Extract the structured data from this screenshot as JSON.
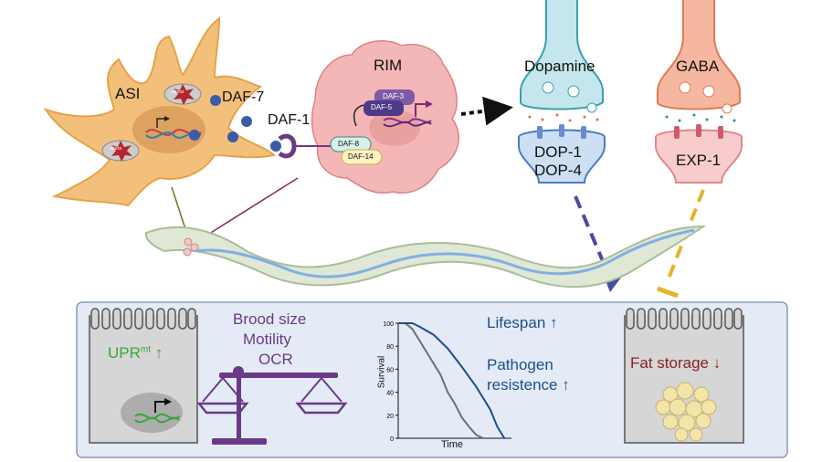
{
  "neurons": {
    "asi": "ASI",
    "stress": "stress",
    "rim": "RIM"
  },
  "signals": {
    "daf7": "DAF-7",
    "daf1": "DAF-1",
    "daf8": "DAF-8",
    "daf14": "DAF-14",
    "daf3": "DAF-3",
    "daf5": "DAF-5"
  },
  "synapses": {
    "dopamine": "Dopamine",
    "dop1": "DOP-1",
    "dop4": "DOP-4",
    "gaba": "GABA",
    "exp1": "EXP-1"
  },
  "panel": {
    "upr_main": "UPR",
    "upr_sup": "mt",
    "upr_arrow": "↑",
    "brood": "Brood size",
    "motility": "Motility",
    "ocr": "OCR",
    "lifespan": "Lifespan ↑",
    "pathogen1": "Pathogen",
    "pathogen2": "resistence ↑",
    "fat": "Fat storage ↓"
  },
  "colors": {
    "neuron": "#f2c27a",
    "rim": "#f2b3b3",
    "dopamine_terminal": "#bfe3ea",
    "receptor_terminal": "#c9dcf2",
    "gaba_terminal": "#f4b49e",
    "exp_terminal": "#f6c7c7",
    "panel_bg": "#e4ebf6",
    "purple": "#6a3a86",
    "blue_text": "#1c4f8a",
    "green": "#3aa33a",
    "dark_red": "#8a1f1f",
    "dashed_blue": "#4a4aa0",
    "dashed_yellow": "#e2b52a"
  },
  "chart_data": {
    "type": "line",
    "xlabel": "Time",
    "ylabel": "Survival",
    "yticks": [
      "0",
      "20",
      "40",
      "60",
      "80",
      "100"
    ],
    "ylim": [
      0,
      100
    ],
    "xlim": [
      0,
      16
    ],
    "series": [
      {
        "color": "#6e6e6e",
        "points": [
          [
            0,
            100
          ],
          [
            1,
            100
          ],
          [
            2,
            95
          ],
          [
            3,
            85
          ],
          [
            4,
            75
          ],
          [
            5,
            65
          ],
          [
            6,
            55
          ],
          [
            7,
            40
          ],
          [
            8,
            30
          ],
          [
            9,
            18
          ],
          [
            10,
            10
          ],
          [
            11,
            3
          ],
          [
            12,
            0
          ]
        ]
      },
      {
        "color": "#1c4f8a",
        "points": [
          [
            0,
            100
          ],
          [
            2,
            100
          ],
          [
            3,
            97
          ],
          [
            5,
            90
          ],
          [
            7,
            78
          ],
          [
            9,
            62
          ],
          [
            11,
            45
          ],
          [
            13,
            25
          ],
          [
            14,
            10
          ],
          [
            15,
            0
          ]
        ]
      }
    ]
  }
}
